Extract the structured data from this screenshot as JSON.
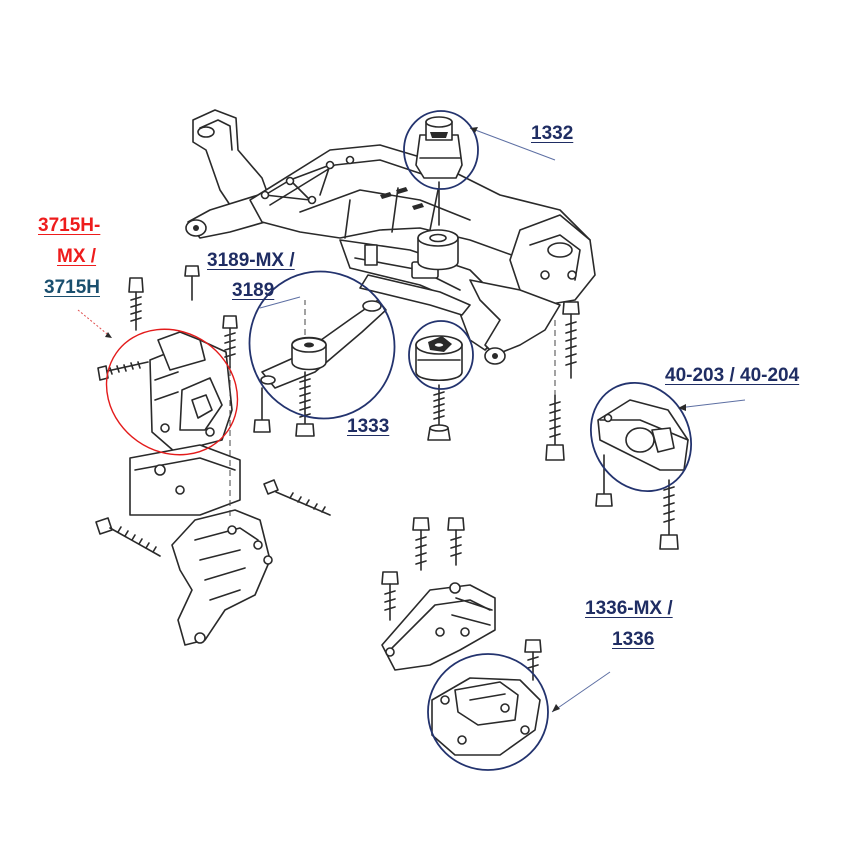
{
  "labels": {
    "p1332": "1332",
    "p3715_red_line1": "3715H-",
    "p3715_red_line2": "MX /",
    "p3715_teal": "3715H",
    "p3189_line1": "3189-MX /",
    "p3189_line2": "3189",
    "p1333": "1333",
    "p40203": "40-203 / 40-204",
    "p1336_line1": "1336-MX /",
    "p1336_line2": "1336"
  },
  "colors": {
    "part_label": "#1f2d63",
    "red_label": "#ee1c1c",
    "teal_label": "#1a4f6e",
    "highlight_ring": "#23336e",
    "highlight_ring_red": "#e31b1b"
  }
}
